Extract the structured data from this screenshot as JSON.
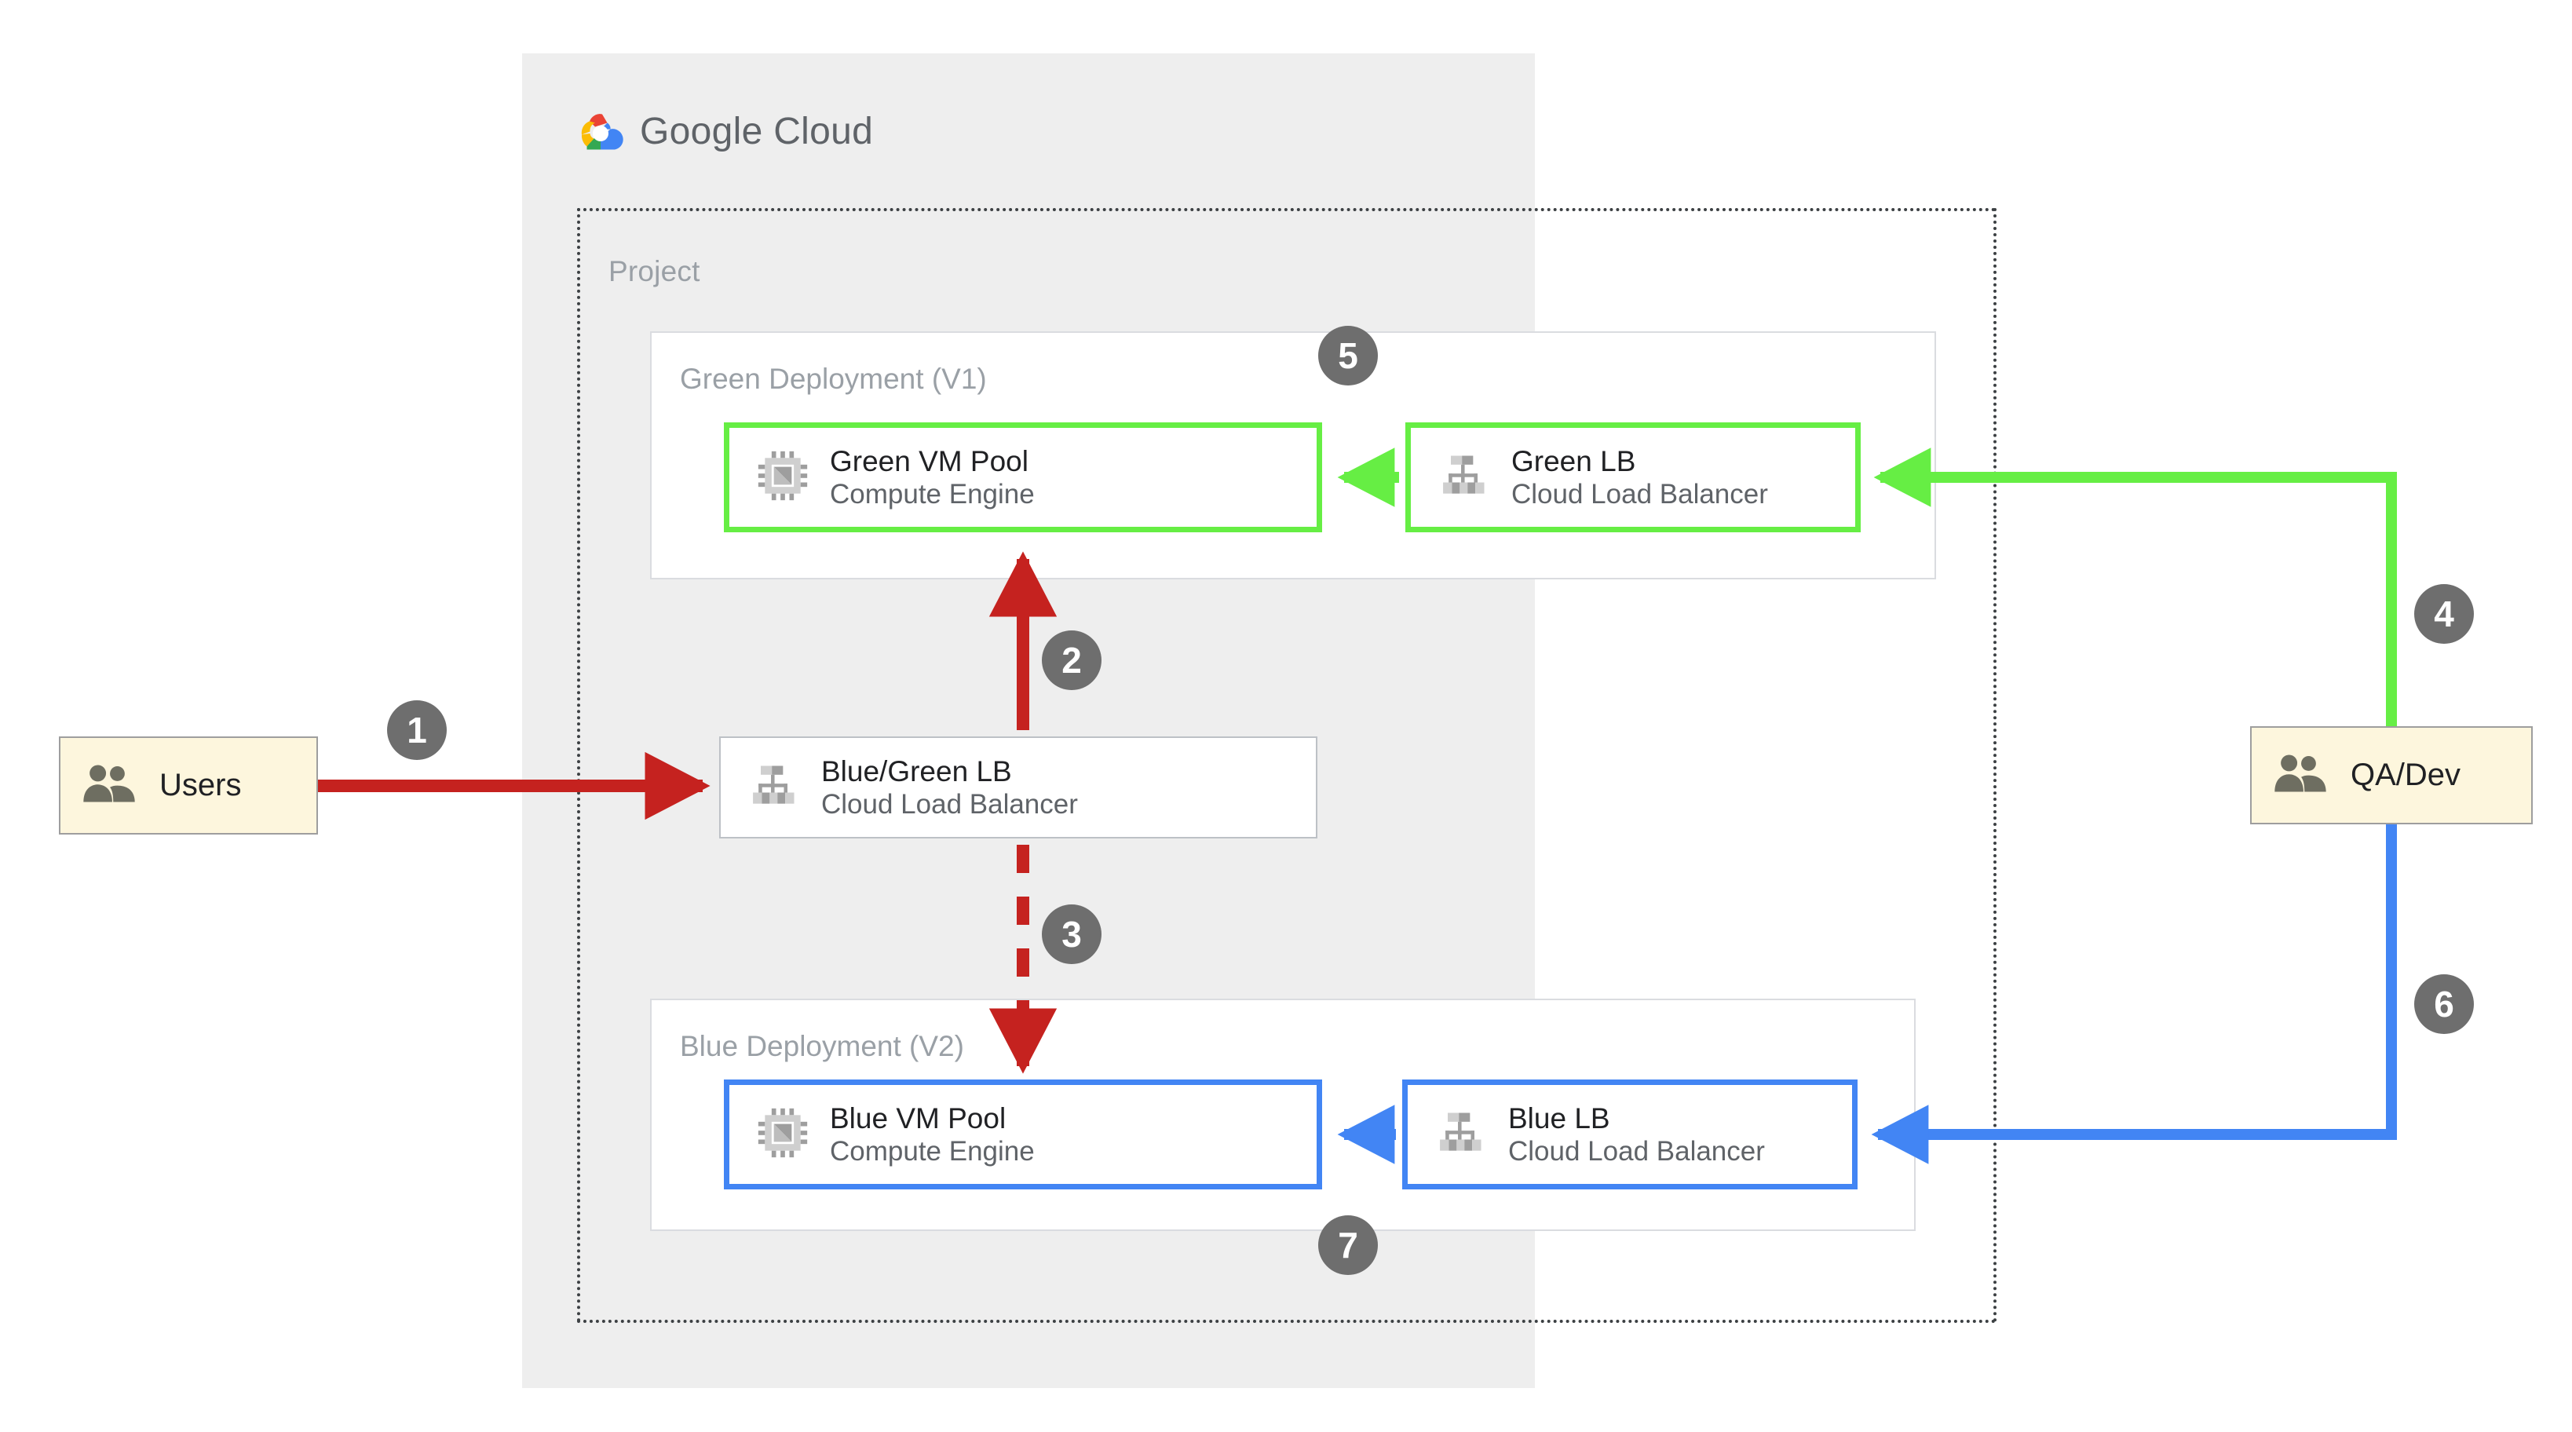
{
  "brand": {
    "name": "Google Cloud",
    "logo_icon": "google-cloud-logo",
    "colors": {
      "red": "#ea4335",
      "yellow": "#fbbc04",
      "green": "#34a853",
      "blue": "#4285f4",
      "panel_bg": "#eeeeee",
      "accent_green_edge": "#66ee44",
      "accent_blue_edge": "#4285f4",
      "accent_red_flow": "#c5221f",
      "badge_gray": "#6e6e6e",
      "actor_bg": "#fdf6dd",
      "muted_text": "#9aa0a6"
    }
  },
  "project": {
    "label": "Project"
  },
  "deployments": [
    {
      "id": "green-deployment",
      "label": "Green Deployment (V1)",
      "accent": "#66ee44",
      "nodes": [
        {
          "id": "green-vm-pool",
          "title": "Green VM Pool",
          "subtitle": "Compute Engine",
          "icon": "compute-engine-icon",
          "accent": "green"
        },
        {
          "id": "green-lb",
          "title": "Green LB",
          "subtitle": "Cloud Load Balancer",
          "icon": "cloud-load-balancer-icon",
          "accent": "green"
        }
      ]
    },
    {
      "id": "blue-deployment",
      "label": "Blue Deployment (V2)",
      "accent": "#4285f4",
      "nodes": [
        {
          "id": "blue-vm-pool",
          "title": "Blue VM Pool",
          "subtitle": "Compute Engine",
          "icon": "compute-engine-icon",
          "accent": "blue"
        },
        {
          "id": "blue-lb",
          "title": "Blue LB",
          "subtitle": "Cloud Load Balancer",
          "icon": "cloud-load-balancer-icon",
          "accent": "blue"
        }
      ]
    }
  ],
  "router": {
    "id": "blue-green-lb",
    "title": "Blue/Green LB",
    "subtitle": "Cloud Load Balancer",
    "icon": "cloud-load-balancer-icon",
    "accent": "plain"
  },
  "actors": [
    {
      "id": "users",
      "label": "Users",
      "icon": "users-group-icon"
    },
    {
      "id": "qa-dev",
      "label": "QA/Dev",
      "icon": "users-group-icon"
    }
  ],
  "steps": [
    {
      "n": "1",
      "flow": "users-to-blue-green-lb",
      "color": "#c5221f",
      "style": "solid"
    },
    {
      "n": "2",
      "flow": "blue-green-lb-to-green-vm",
      "color": "#c5221f",
      "style": "solid"
    },
    {
      "n": "3",
      "flow": "blue-green-lb-to-blue-vm",
      "color": "#c5221f",
      "style": "dashed"
    },
    {
      "n": "4",
      "flow": "qa-dev-to-green-lb",
      "color": "#66ee44",
      "style": "solid"
    },
    {
      "n": "5",
      "flow": "green-lb-to-green-vm",
      "color": "#66ee44",
      "style": "solid"
    },
    {
      "n": "6",
      "flow": "qa-dev-to-blue-lb",
      "color": "#4285f4",
      "style": "solid"
    },
    {
      "n": "7",
      "flow": "blue-lb-to-blue-vm",
      "color": "#4285f4",
      "style": "solid"
    }
  ]
}
